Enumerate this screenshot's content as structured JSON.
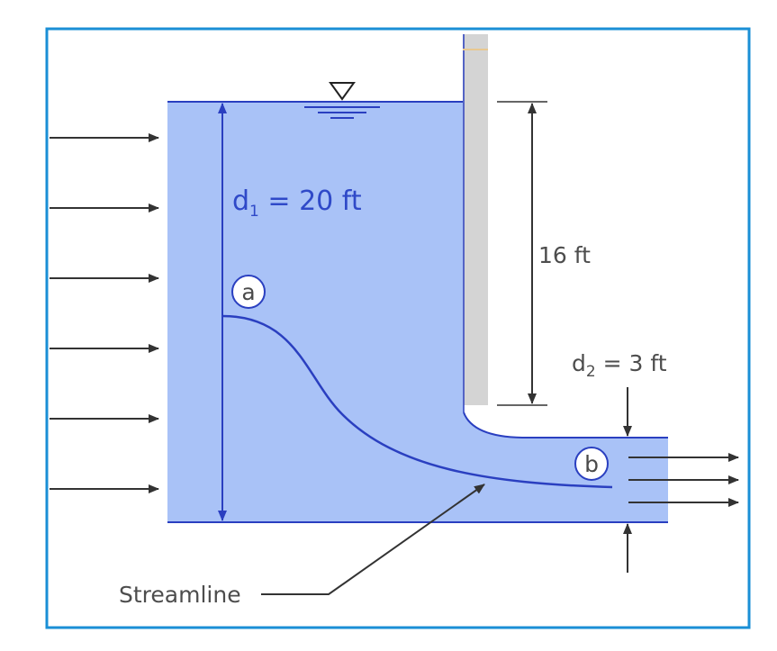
{
  "labels": {
    "d1_symbol": "d",
    "d1_sub": "1",
    "d1_value": " = 20 ft",
    "gate_height": "16 ft",
    "d2_symbol": "d",
    "d2_sub": "2",
    "d2_value": " = 3 ft",
    "point_a": "a",
    "point_b": "b",
    "streamline": "Streamline"
  },
  "colors": {
    "frame": "#1a8fd6",
    "water": "#a9c2f7",
    "water_line": "#2a3fc0",
    "gate": "#d4d4d4",
    "arrow": "#333333",
    "dimension": "#333333"
  }
}
